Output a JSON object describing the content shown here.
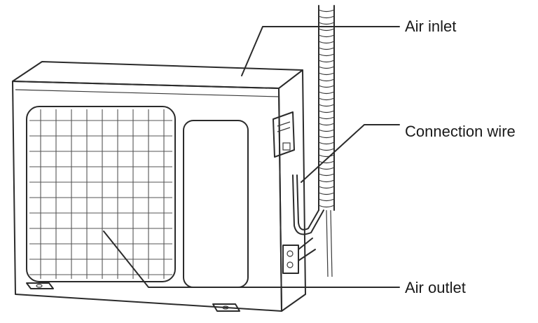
{
  "labels": {
    "air_inlet": "Air inlet",
    "connection_wire": "Connection wire",
    "air_outlet": "Air outlet"
  },
  "colors": {
    "line": "#2b2b2b",
    "unit_fill": "#f2f2f2",
    "background": "#ffffff"
  }
}
